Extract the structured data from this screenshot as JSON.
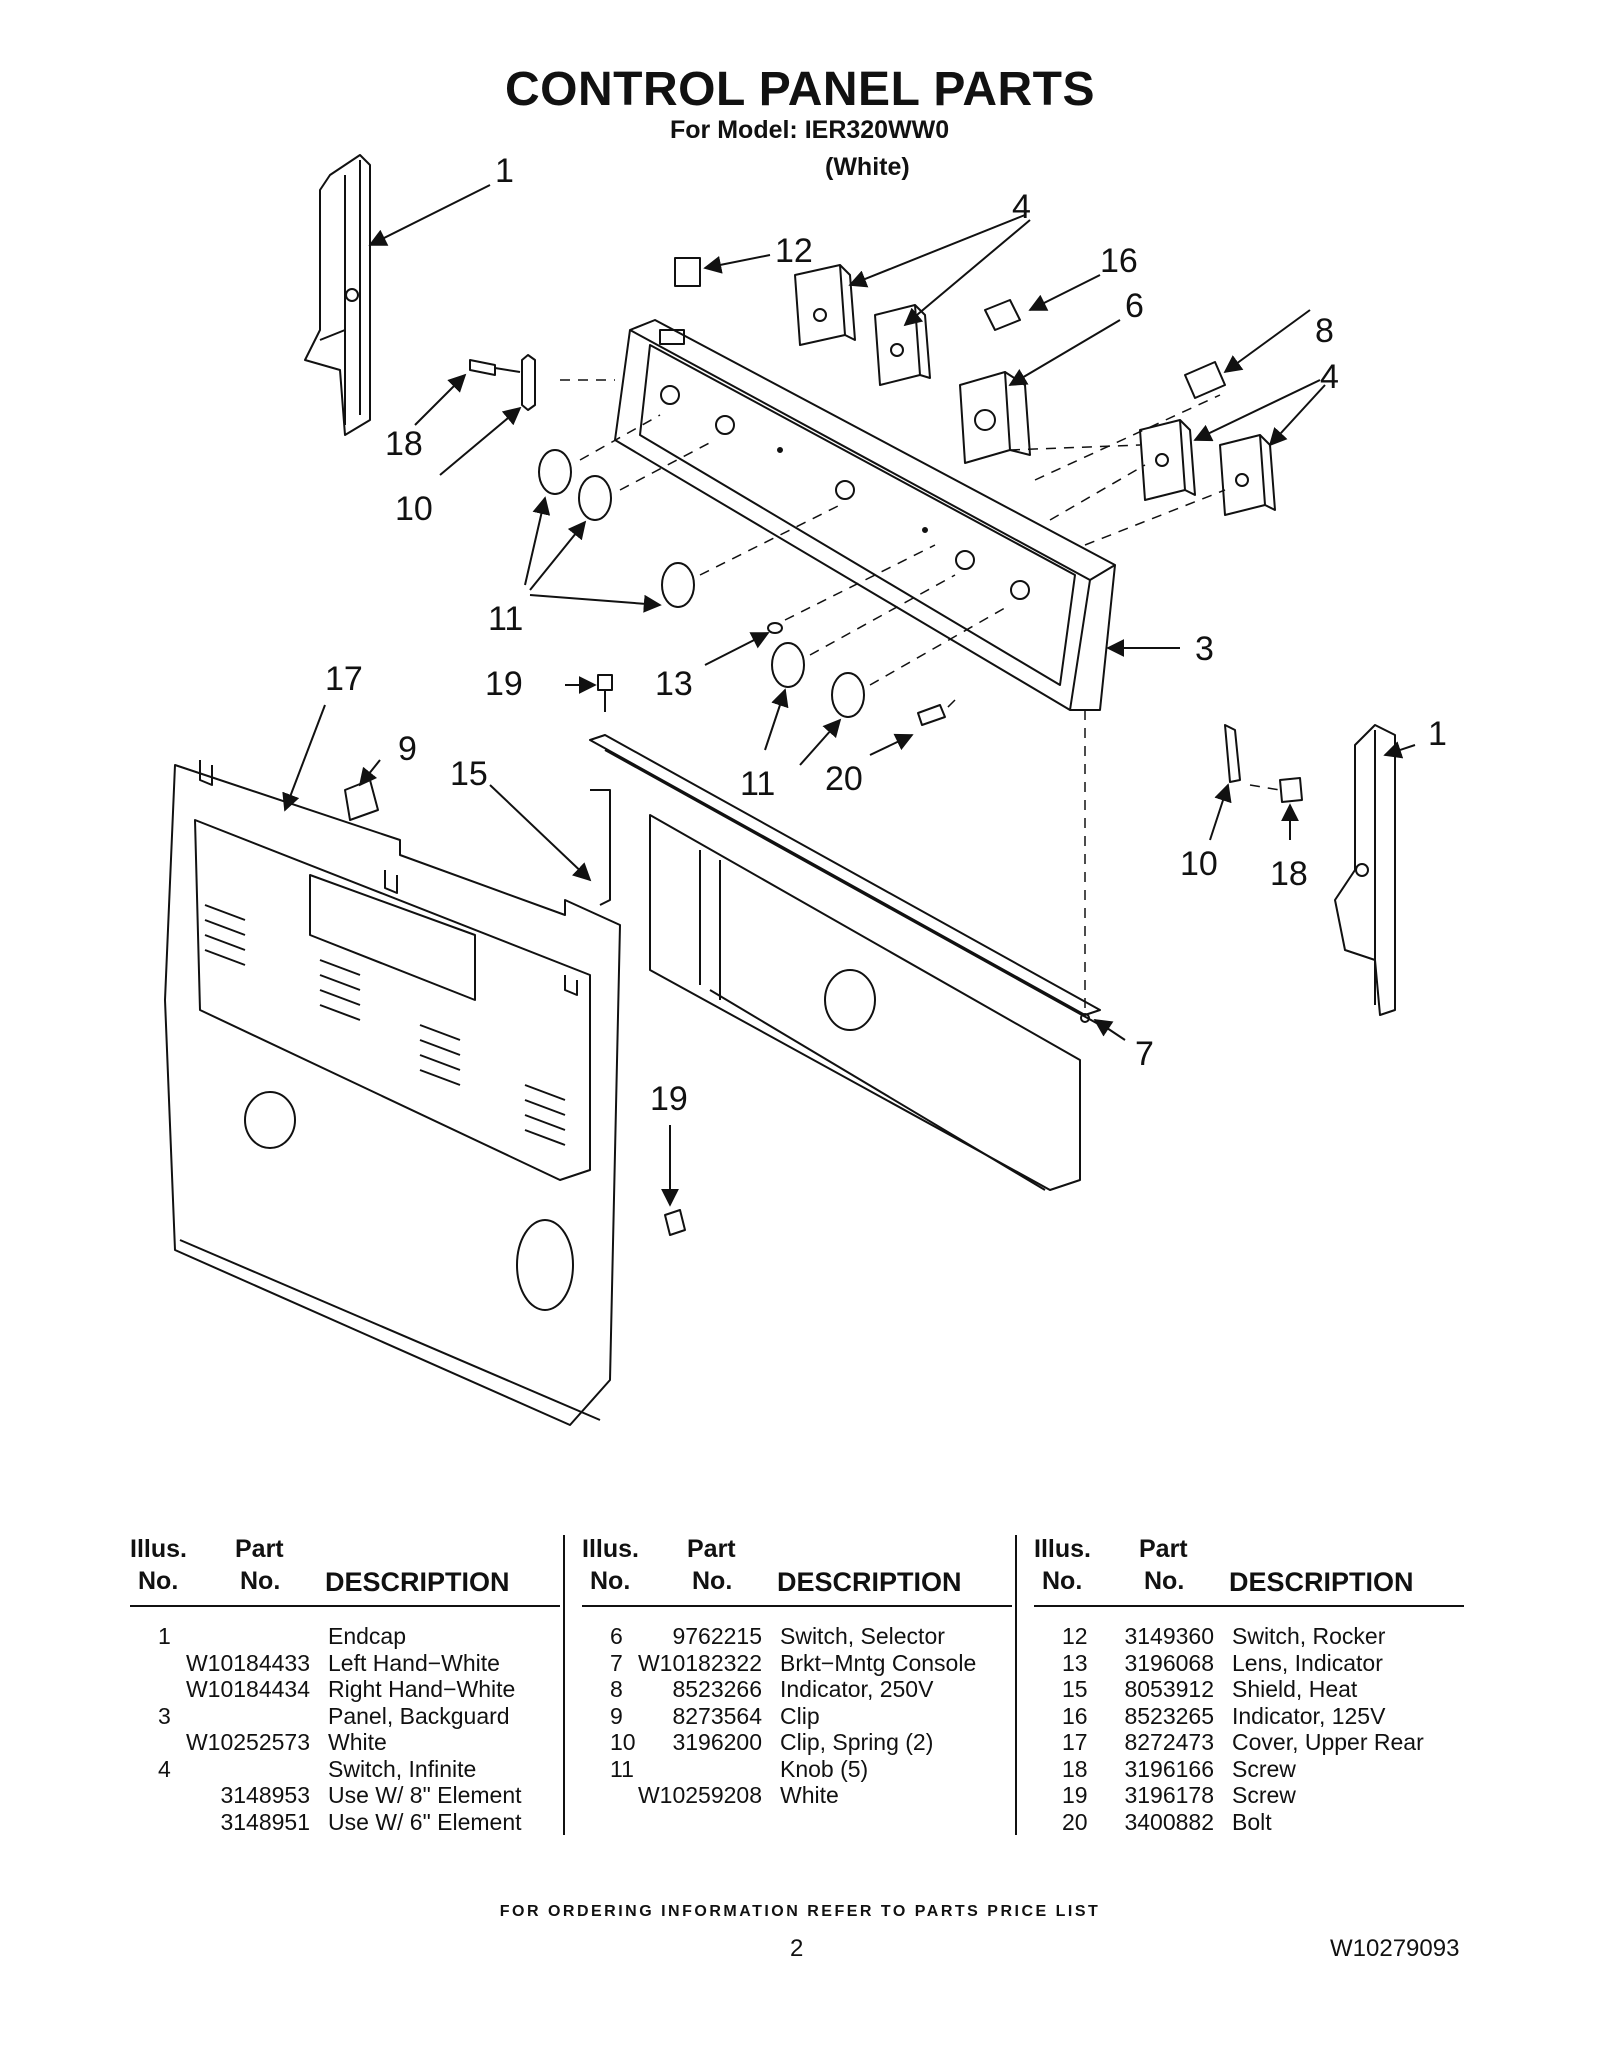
{
  "header": {
    "title": "CONTROL PANEL PARTS",
    "model": "For Model: IER320WW0",
    "color": "(White)"
  },
  "callouts": [
    "1",
    "12",
    "4",
    "16",
    "6",
    "8",
    "4",
    "18",
    "10",
    "11",
    "3",
    "17",
    "19",
    "13",
    "9",
    "15",
    "11",
    "20",
    "1",
    "10",
    "18",
    "7",
    "19"
  ],
  "table_headers": {
    "illus_line1": "Illus.",
    "illus_line2": "No.",
    "part_line1": "Part",
    "part_line2": "No.",
    "description": "DESCRIPTION"
  },
  "parts_columns": [
    [
      {
        "no": "1",
        "part": "",
        "desc": "Endcap"
      },
      {
        "no": "",
        "part": "W10184433",
        "desc": "Left Hand−White"
      },
      {
        "no": "",
        "part": "W10184434",
        "desc": "Right Hand−White"
      },
      {
        "no": "3",
        "part": "",
        "desc": "Panel, Backguard"
      },
      {
        "no": "",
        "part": "W10252573",
        "desc": "White"
      },
      {
        "no": "4",
        "part": "",
        "desc": "Switch, Infinite"
      },
      {
        "no": "",
        "part": "3148953",
        "desc": "Use W/ 8\" Element"
      },
      {
        "no": "",
        "part": "3148951",
        "desc": "Use W/ 6\" Element"
      }
    ],
    [
      {
        "no": "6",
        "part": "9762215",
        "desc": "Switch, Selector"
      },
      {
        "no": "7",
        "part": "W10182322",
        "desc": "Brkt−Mntg Console"
      },
      {
        "no": "8",
        "part": "8523266",
        "desc": "Indicator, 250V"
      },
      {
        "no": "9",
        "part": "8273564",
        "desc": "Clip"
      },
      {
        "no": "10",
        "part": "3196200",
        "desc": "Clip, Spring (2)"
      },
      {
        "no": "11",
        "part": "",
        "desc": "Knob (5)"
      },
      {
        "no": "",
        "part": "W10259208",
        "desc": "White"
      }
    ],
    [
      {
        "no": "12",
        "part": "3149360",
        "desc": "Switch, Rocker"
      },
      {
        "no": "13",
        "part": "3196068",
        "desc": "Lens, Indicator"
      },
      {
        "no": "15",
        "part": "8053912",
        "desc": "Shield, Heat"
      },
      {
        "no": "16",
        "part": "8523265",
        "desc": "Indicator, 125V"
      },
      {
        "no": "17",
        "part": "8272473",
        "desc": "Cover, Upper Rear"
      },
      {
        "no": "18",
        "part": "3196166",
        "desc": "Screw"
      },
      {
        "no": "19",
        "part": "3196178",
        "desc": "Screw"
      },
      {
        "no": "20",
        "part": "3400882",
        "desc": "Bolt"
      }
    ]
  ],
  "footer": {
    "ordering_note": "FOR ORDERING INFORMATION REFER TO PARTS PRICE LIST",
    "page_number": "2",
    "document_number": "W10279093"
  }
}
